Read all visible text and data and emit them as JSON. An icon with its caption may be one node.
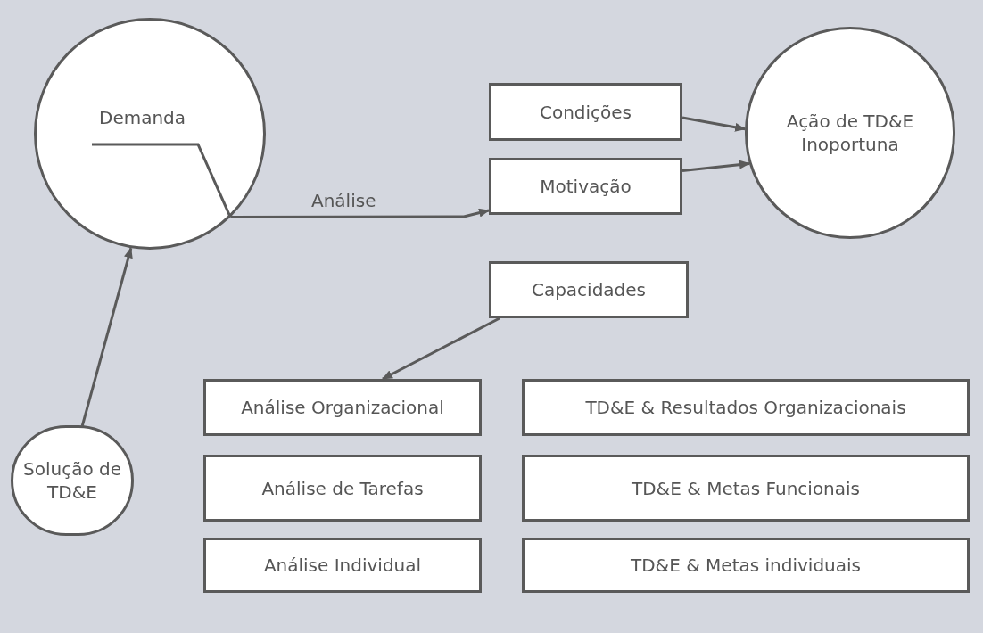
{
  "diagram": {
    "nodes": [
      {
        "text": [
          "Demanda"
        ]
      },
      {
        "text": [
          "Condições"
        ]
      },
      {
        "text": [
          "Motivação"
        ]
      },
      {
        "text": [
          "Ação de TD&E Inoportuna"
        ]
      },
      {
        "text": [
          "Capacidades"
        ]
      },
      {
        "text": [
          "Análise Organizacional"
        ]
      },
      {
        "text": [
          "TD&E & Resultados Organizacionais"
        ]
      },
      {
        "text": [
          "Solução de TD&E"
        ]
      },
      {
        "text": [
          "Análise de Tarefas"
        ]
      },
      {
        "text": [
          "TD&E & Metas Funcionais"
        ]
      },
      {
        "text": [
          "Análise Individual"
        ]
      },
      {
        "text": [
          "TD&E & Metas individuais"
        ]
      }
    ],
    "edges": [
      {
        "from": 0,
        "to": 2,
        "arrow": "to",
        "label": "Análise"
      },
      {
        "from": 1,
        "to": 3,
        "arrow": "to"
      },
      {
        "from": 2,
        "to": 3,
        "arrow": "to"
      },
      {
        "from": 4,
        "to": 5,
        "arrow": "to"
      },
      {
        "from": 7,
        "to": 0,
        "arrow": "to"
      }
    ]
  }
}
